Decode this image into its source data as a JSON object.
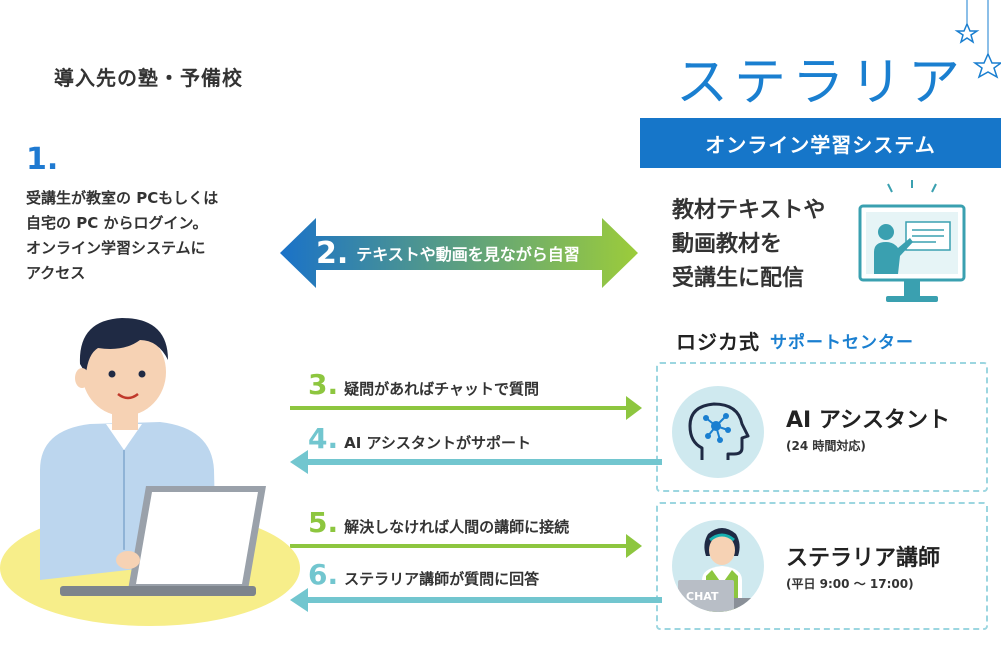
{
  "page": {
    "title": "導入先の塾・予備校"
  },
  "brand": {
    "logo_text": "ステラリア",
    "subtitle": "オンライン学習システム",
    "color": "#1676c9"
  },
  "step1": {
    "number": "1.",
    "lines": [
      "受講生が教室の PCもしくは",
      "自宅の PC からログイン。",
      "オンライン学習システムに",
      "アクセス"
    ]
  },
  "step2": {
    "number": "2.",
    "label": "テキストや動画を見ながら自習"
  },
  "delivery": {
    "lines": [
      "教材テキストや",
      "動画教材を",
      "受講生に配信"
    ]
  },
  "support_center": {
    "logo_text": "ロジカ式",
    "label": "サポートセンター"
  },
  "ai_assistant": {
    "title": "AI アシスタント",
    "subtitle": "(24 時間対応)"
  },
  "teacher": {
    "title": "ステラリア講師",
    "subtitle": "(平日 9:00 ～ 17:00)",
    "chat_label": "CHAT"
  },
  "steps": [
    {
      "number": "3.",
      "label": "疑問があればチャットで質問"
    },
    {
      "number": "4.",
      "label": "AI アシスタントがサポート"
    },
    {
      "number": "5.",
      "label": "解決しなければ人間の講師に接続"
    },
    {
      "number": "6.",
      "label": "ステラリア講師が質問に回答"
    }
  ],
  "colors": {
    "blue": "#1f7ad1",
    "green": "#8dc63f",
    "teal": "#72c6cf",
    "box_border": "#9cd6e0"
  }
}
